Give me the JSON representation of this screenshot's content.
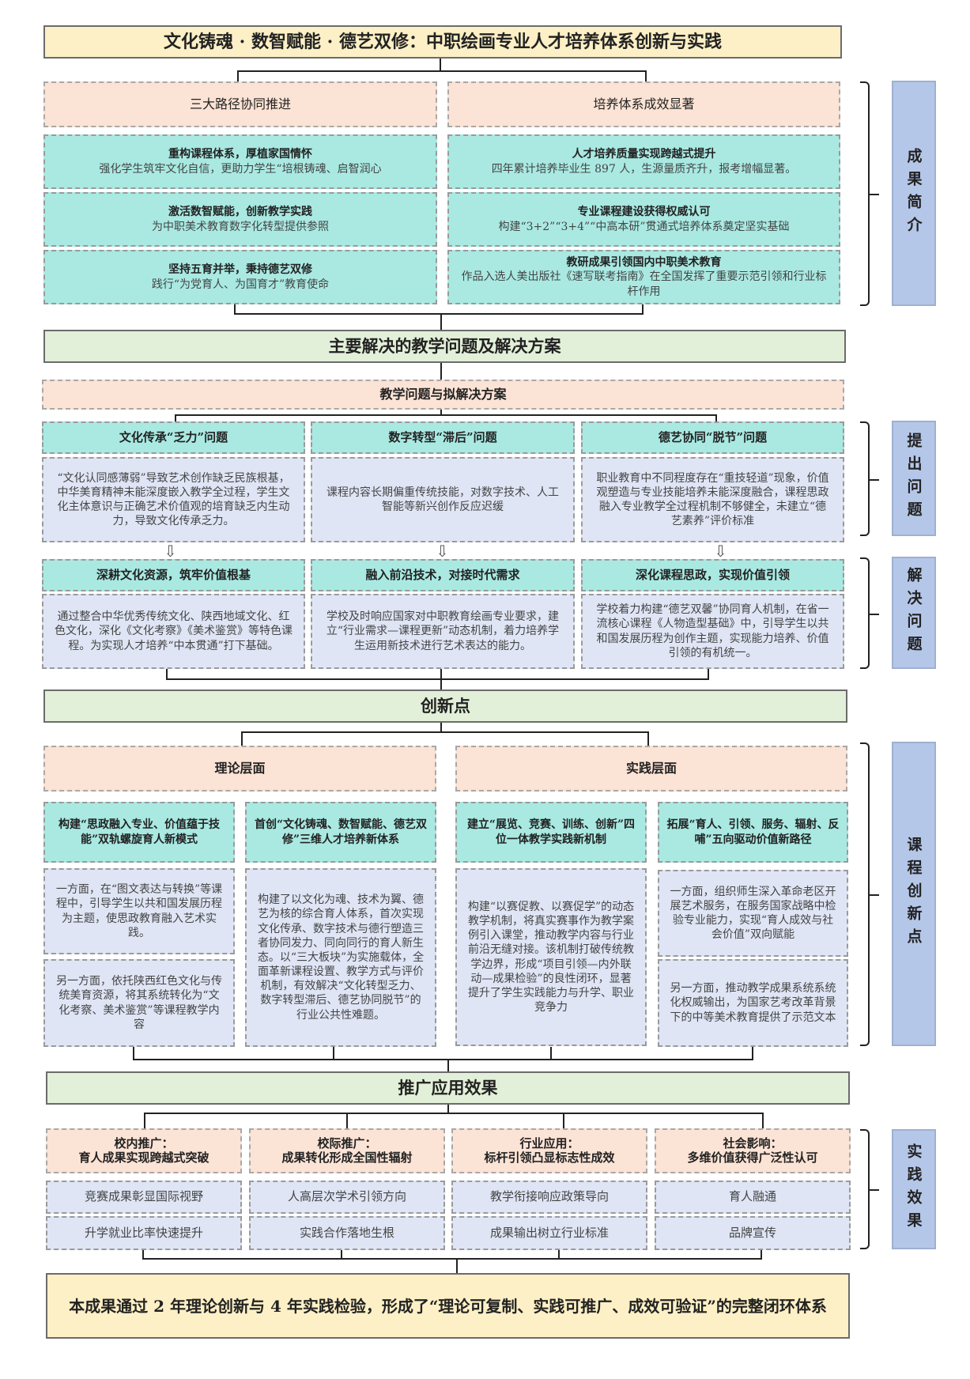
{
  "title": "文化铸魂 · 数智赋能 · 德艺双修：中职绘画专业人才培养体系创新与实践",
  "summary": {
    "side_label": "成果简介",
    "left_header": "三大路径协同推进",
    "right_header": "培养体系成效显著",
    "left": [
      {
        "title": "重构课程体系，厚植家国情怀",
        "text": "强化学生筑牢文化自信，更助力学生“培根铸魂、启智润心"
      },
      {
        "title": "激活数智赋能，创新教学实践",
        "text": "为中职美术教育数字化转型提供参照"
      },
      {
        "title": "坚持五育并举，秉持德艺双修",
        "text": "践行“为党育人、为国育才”教育使命"
      }
    ],
    "right": [
      {
        "title": "人才培养质量实现跨越式提升",
        "text": "四年累计培养毕业生 897 人，生源量质齐升，报考增幅显著。"
      },
      {
        "title": "专业课程建设获得权威认可",
        "text": "构建“3+2”“3+4”“中高本研”贯通式培养体系奠定坚实基础"
      },
      {
        "title": "教研成果引领国内中职美术教育",
        "text": "作品入选人美出版社《速写联考指南》在全国发挥了重要示范引领和行业标杆作用"
      }
    ]
  },
  "problems": {
    "section_title": "主要解决的教学问题及解决方案",
    "sub_header": "教学问题与拟解决方案",
    "side_label_problem": "提出问题",
    "side_label_solution": "解决问题",
    "arrow": "⇩",
    "items": [
      {
        "problem": "文化传承“乏力”问题",
        "problem_text": "“文化认同感薄弱”导致艺术创作缺乏民族根基，中华美育精神未能深度嵌入教学全过程，学生文化主体意识与正确艺术价值观的培育缺乏内生动力，导致文化传承乏力。",
        "solution": "深耕文化资源，筑牢价值根基",
        "solution_text": "通过整合中华优秀传统文化、陕西地域文化、红色文化，深化《文化考察》《美术鉴赏》等特色课程。为实现人才培养“中本贯通”打下基础。"
      },
      {
        "problem": "数字转型“滞后”问题",
        "problem_text": "课程内容长期偏重传统技能，对数字技术、人工智能等新兴创作反应迟缓",
        "solution": "融入前沿技术，对接时代需求",
        "solution_text": "学校及时响应国家对中职教育绘画专业要求，建立“行业需求—课程更新”动态机制，着力培养学生运用新技术进行艺术表达的能力。"
      },
      {
        "problem": "德艺协同“脱节”问题",
        "problem_text": "职业教育中不同程度存在“重技轻道”现象，价值观塑造与专业技能培养未能深度融合，课程思政融入专业教学全过程机制不够健全，未建立“德艺素养”评价标准",
        "solution": "深化课程思政，实现价值引领",
        "solution_text": "学校着力构建“德艺双馨”协同育人机制，在省一流核心课程《人物造型基础》中，引导学生以共和国发展历程为创作主题，实现能力培养、价值引领的有机统一。"
      }
    ]
  },
  "innovation": {
    "section_title": "创新点",
    "side_label": "课程创新点",
    "theory_header": "理论层面",
    "practice_header": "实践层面",
    "cols": [
      {
        "title": "构建“思政融入专业、价值蕴于技能”双轨螺旋育人新模式",
        "texts": [
          "一方面，在“图文表达与转换”等课程中，引导学生以共和国发展历程为主题，使思政教育融入艺术实践。",
          "另一方面，依托陕西红色文化与传统美育资源，将其系统转化为“文化考察、美术鉴赏”等课程教学内容"
        ]
      },
      {
        "title": "首创“文化铸魂、数智赋能、德艺双修”三维人才培养新体系",
        "texts": [
          "构建了以文化为魂、技术为翼、德艺为核的综合育人体系，首次实现文化传承、数字技术与德行塑造三者协同发力、同向同行的育人新生态。以“三大板块”为实施载体，全面革新课程设置、教学方式与评价机制，有效解决“文化转型乏力、数字转型滞后、德艺协同脱节”的行业公共性难题。"
        ]
      },
      {
        "title": "建立“展览、竞赛、训练、创新”四位一体教学实践新机制",
        "texts": [
          "构建“以赛促教、以赛促学”的动态教学机制，将真实赛事作为教学案例引入课堂，推动教学内容与行业前沿无缝对接。该机制打破传统教学边界，形成“项目引领—内外联动—成果检验”的良性闭环，显著提升了学生实践能力与升学、职业竞争力"
        ]
      },
      {
        "title": "拓展“育人、引领、服务、辐射、反哺”五向驱动价值新路径",
        "texts": [
          "一方面，组织师生深入革命老区开展艺术服务，在服务国家战略中检验专业能力，实现“育人成效与社会价值”双向赋能",
          "另一方面，推动教学成果系统系统化权威输出，为国家艺考改革背景下的中等美术教育提供了示范文本"
        ]
      }
    ]
  },
  "application": {
    "section_title": "推广应用效果",
    "side_label": "实践效果",
    "cols": [
      {
        "title1": "校内推广：",
        "title2": "育人成果实现跨越式突破",
        "items": [
          "竞赛成果彰显国际视野",
          "升学就业比率快速提升"
        ]
      },
      {
        "title1": "校际推广：",
        "title2": "成果转化形成全国性辐射",
        "items": [
          "人高层次学术引领方向",
          "实践合作落地生根"
        ]
      },
      {
        "title1": "行业应用：",
        "title2": "标杆引领凸显标志性成效",
        "items": [
          "教学衔接响应政策导向",
          "成果输出树立行业标准"
        ]
      },
      {
        "title1": "社会影响：",
        "title2": "多维价值获得广泛性认可",
        "items": [
          "育人融通",
          "品牌宣传"
        ]
      }
    ]
  },
  "conclusion": "本成果通过 2 年理论创新与 4 年实践检验，形成了“理论可复制、实践可推广、成效可验证”的完整闭环体系"
}
